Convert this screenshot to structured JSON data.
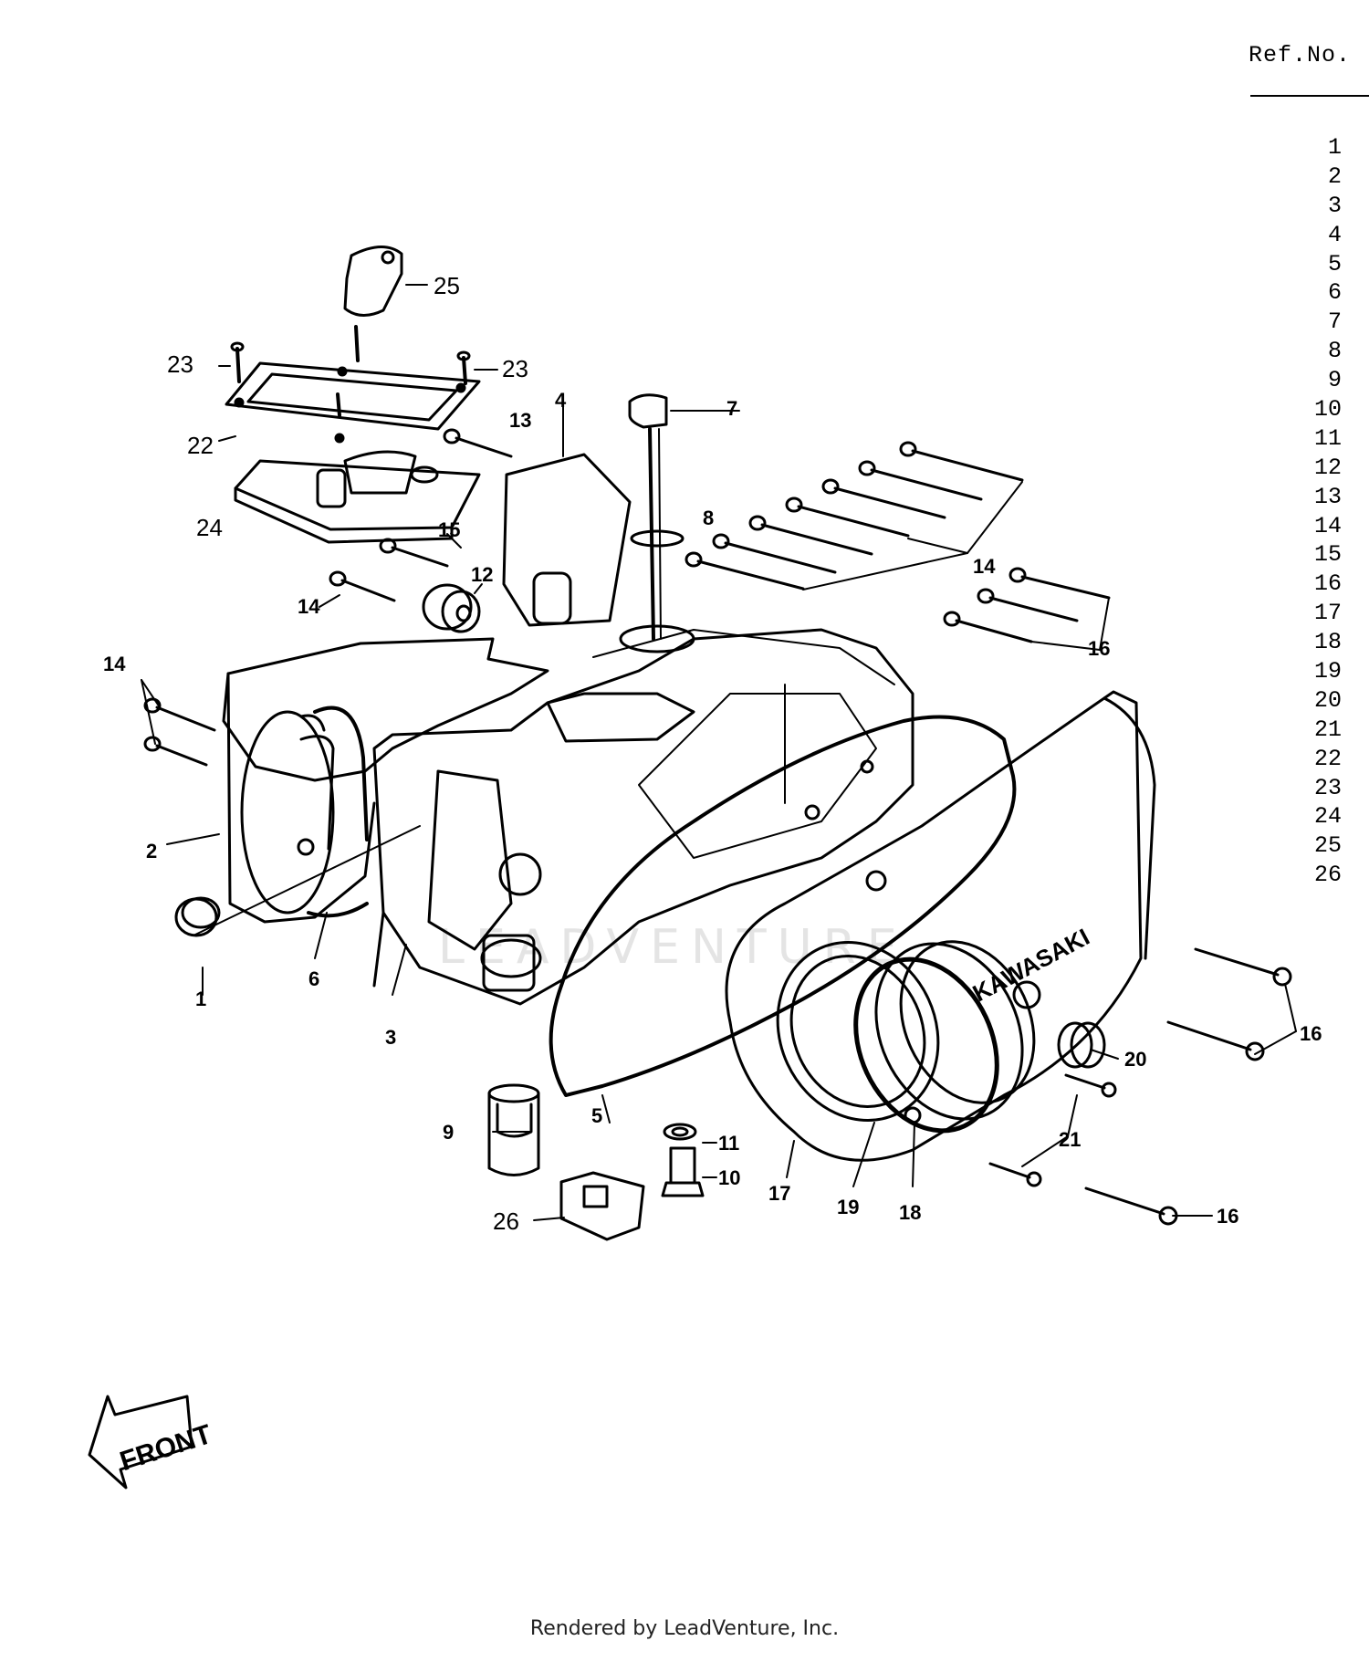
{
  "ref_list": {
    "header": "Ref.No.",
    "numbers": [
      "1",
      "2",
      "3",
      "4",
      "5",
      "6",
      "7",
      "8",
      "9",
      "10",
      "11",
      "12",
      "13",
      "14",
      "15",
      "16",
      "17",
      "18",
      "19",
      "20",
      "21",
      "22",
      "23",
      "24",
      "25",
      "26"
    ]
  },
  "diagram": {
    "brand_mark": "KAWASAKI",
    "front_label": "FRONT",
    "watermark": "LEADVENTURE",
    "callouts": {
      "c1": "1",
      "c2": "2",
      "c3": "3",
      "c4": "4",
      "c5": "5",
      "c6": "6",
      "c7": "7",
      "c8": "8",
      "c9": "9",
      "c10": "10",
      "c11": "11",
      "c12": "12",
      "c13": "13",
      "c14a": "14",
      "c14b": "14",
      "c14c": "14",
      "c15": "15",
      "c16a": "16",
      "c16b": "16",
      "c16c": "16",
      "c17": "17",
      "c18": "18",
      "c19": "19",
      "c20": "20",
      "c21": "21",
      "c22": "22",
      "c23a": "23",
      "c23b": "23",
      "c24": "24",
      "c25": "25",
      "c26": "26"
    }
  },
  "footer": {
    "text": "Rendered by LeadVenture, Inc."
  }
}
